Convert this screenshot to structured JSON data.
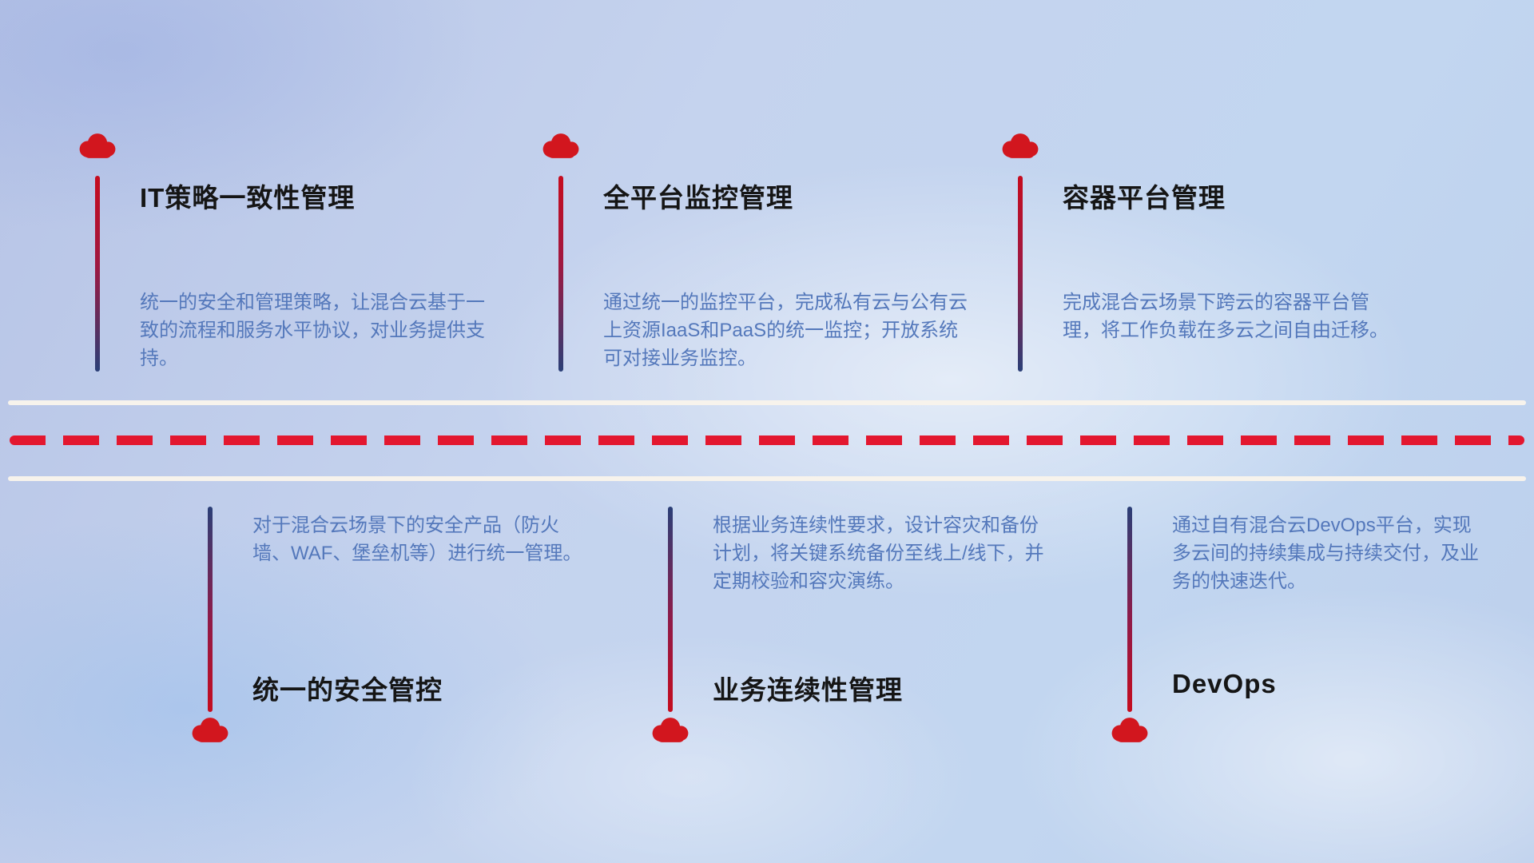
{
  "colors": {
    "cloud_red": "#d2161e",
    "dash_red": "#e3172f",
    "connector_red": "#c60c1e",
    "connector_navy": "#2a3f77",
    "description_blue": "#5478bb",
    "title_black": "#151515",
    "divider_white": "#f7f3ec"
  },
  "top_items": [
    {
      "title": "IT策略一致性管理",
      "description": "统一的安全和管理策略，让混合云基于一致的流程和服务水平协议，对业务提供支持。"
    },
    {
      "title": "全平台监控管理",
      "description": "通过统一的监控平台，完成私有云与公有云上资源IaaS和PaaS的统一监控；开放系统可对接业务监控。"
    },
    {
      "title": "容器平台管理",
      "description": "完成混合云场景下跨云的容器平台管理，将工作负载在多云之间自由迁移。"
    }
  ],
  "bottom_items": [
    {
      "title": "统一的安全管控",
      "description": "对于混合云场景下的安全产品（防火墙、WAF、堡垒机等）进行统一管理。"
    },
    {
      "title": "业务连续性管理",
      "description": "根据业务连续性要求，设计容灾和备份计划，将关键系统备份至线上/线下，并定期校验和容灾演练。"
    },
    {
      "title": "DevOps",
      "description": "通过自有混合云DevOps平台，实现多云间的持续集成与持续交付，及业务的快速迭代。"
    }
  ]
}
